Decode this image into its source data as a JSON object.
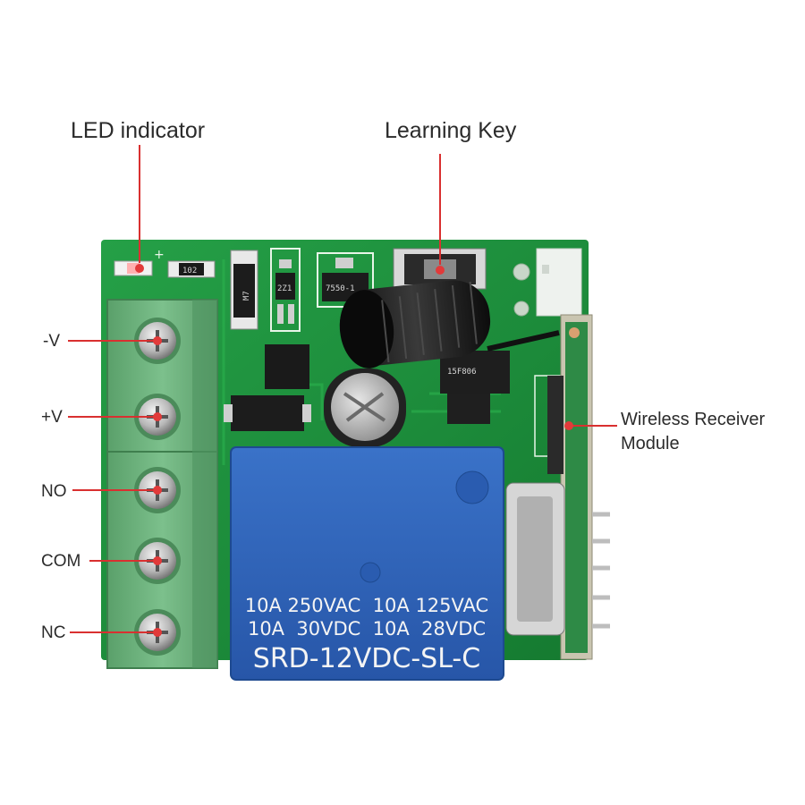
{
  "callouts": {
    "led": "LED indicator",
    "learning_key": "Learning Key",
    "receiver_line1": "Wireless Receiver",
    "receiver_line2": "Module",
    "neg_v": "-V",
    "pos_v": "+V",
    "no": "NO",
    "com": "COM",
    "nc": "NC"
  },
  "relay": {
    "line1": "10A 250VAC  10A 125VAC",
    "line2": "10A  30VDC  10A  28VDC",
    "model": "SRD-12VDC-SL-C"
  },
  "chips": {
    "diode": "M7",
    "transistor": "2Z1",
    "regulator": "7550-1",
    "ic": "15F806",
    "resistor": "102",
    "plus_mark": "+"
  },
  "colors": {
    "pcb": "#1f8a3a",
    "terminal": "#6bb07c",
    "relay": "#2f62b8",
    "callout_line": "#d93030",
    "callout_dot": "#e23a3a"
  }
}
